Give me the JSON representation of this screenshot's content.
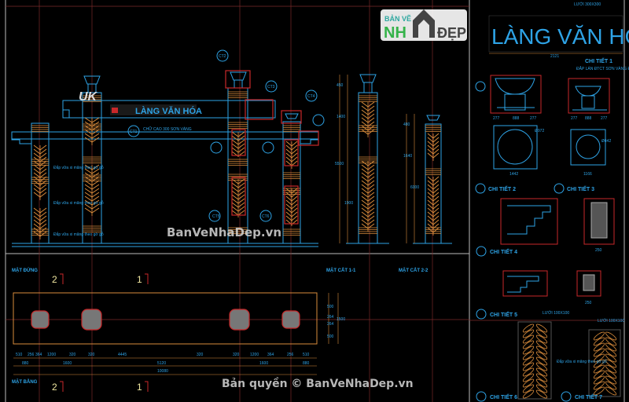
{
  "drawing": {
    "sign_text": "LÀNG VĂN HÓA",
    "title_block_text": "LÀNG VĂN HÓA",
    "title_block_grid_label": "LƯỚI 300X300",
    "title_block_width": "2121",
    "views": {
      "elevation": "MẶT ĐỨNG",
      "section_1": "MẶT CẮT 1-1",
      "section_2": "MẶT CẮT 2-2",
      "plan": "MẶT BẰNG"
    },
    "section_markers": [
      "2",
      "1"
    ],
    "details": [
      "CHI TIẾT 1",
      "CHI TIẾT 2",
      "CHI TIẾT 3",
      "CHI TIẾT 4",
      "CHI TIẾT 5",
      "CHI TIẾT 6",
      "CHI TIẾT 7"
    ],
    "detail_notes": {
      "ct1_note": "ĐẮP LÁN ĐTCT SƠN VÀNG ĐỒNG",
      "leaf_note": "Đắp vữa xi măng theo gờ gỗ",
      "sign_note": "CHỮ CAO 300 SƠN VÀNG",
      "grid_note": "LƯỚI 100X100"
    },
    "callouts": [
      "CT1",
      "CT2",
      "CT3",
      "CT4",
      "CT5",
      "CT6"
    ],
    "detail_dims": {
      "ct2_w": "1442",
      "ct2_d": "Ø972",
      "ct3_w": "1166",
      "ct3_d": "Ø442",
      "ct1_parts": [
        "277",
        "888",
        "277"
      ],
      "ct3_parts": [
        "277",
        "888",
        "277"
      ],
      "ct4_w": "250",
      "ct5_w": "250"
    },
    "plan_dims": {
      "row1": [
        "510",
        "256",
        "364",
        "1200",
        "320",
        "320",
        "4445",
        "320",
        "320",
        "1200",
        "364",
        "256",
        "510"
      ],
      "row2": [
        "880",
        "1600",
        "5120",
        "1600",
        "880"
      ],
      "total": "10080",
      "side": [
        "500",
        "264",
        "264",
        "500"
      ],
      "side_total": "1500"
    },
    "section_dims": [
      "450",
      "1400",
      "5500",
      "1900",
      "480",
      "1640",
      "6000"
    ]
  },
  "watermarks": {
    "center": "BanVeNhaDep.vn",
    "copyright": "Bản quyền © BanVeNhaDep.vn",
    "logo_top": "BẢN VẼ",
    "logo_main": "NH",
    "logo_tail": "ĐẸP"
  },
  "colors": {
    "background": "#000000",
    "cyan": "#2ea3e6",
    "orange": "#d98c3c",
    "red": "#c8282a",
    "grid": "#7a2a2a",
    "frame": "#c8c8c8"
  }
}
